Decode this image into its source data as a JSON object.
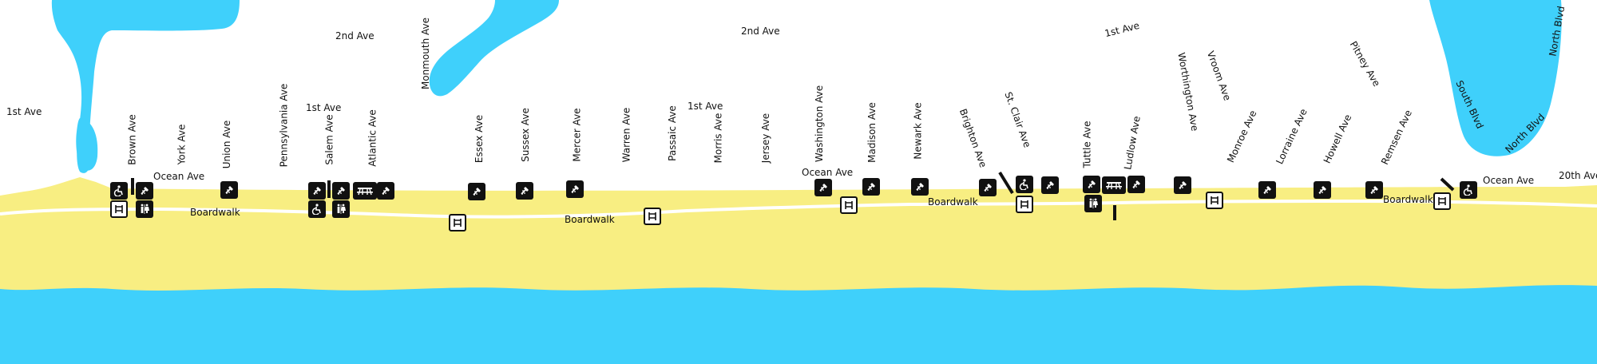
{
  "colors": {
    "water": "#3fd0fb",
    "sand": "#f8ee82",
    "boardwalk": "#ffffff",
    "icon": "#111111"
  },
  "labels": {
    "first_ave_left": "1st Ave",
    "second_ave_left": "2nd Ave",
    "second_ave_mid": "2nd Ave",
    "first_ave_a": "1st Ave",
    "first_ave_b": "1st Ave",
    "first_ave_right": "1st Ave",
    "ocean_ave_left": "Ocean Ave",
    "ocean_ave_mid": "Ocean Ave",
    "ocean_ave_right": "Ocean Ave",
    "boardwalk_1": "Boardwalk",
    "boardwalk_2": "Boardwalk",
    "boardwalk_3": "Boardwalk",
    "boardwalk_4": "Boardwalk",
    "monmouth": "Monmouth Ave",
    "north_blvd_top": "North Blvd",
    "north_blvd_low": "North Blvd",
    "twentieth": "20th Ave"
  },
  "streets": [
    "Brown Ave",
    "York Ave",
    "Union Ave",
    "Pennsylvania Ave",
    "Salem Ave",
    "Atlantic Ave",
    "Essex Ave",
    "Sussex Ave",
    "Mercer Ave",
    "Warren Ave",
    "Passaic Ave",
    "Morris Ave",
    "Jersey Ave",
    "Washington Ave",
    "Madison Ave",
    "Newark Ave",
    "Brighton Ave",
    "St. Clair Ave",
    "Tuttle Ave",
    "Ludlow Ave",
    "Worthington Ave",
    "Vroom Ave",
    "Monroe Ave",
    "Lorraine Ave",
    "Howell Ave",
    "Pitney Ave",
    "Remsen Ave",
    "South Blvd"
  ],
  "amenity_icons": [
    "wheelchair-access-icon",
    "shower-icon",
    "restroom-icon",
    "beach-entrance-icon",
    "picnic-table-icon"
  ]
}
